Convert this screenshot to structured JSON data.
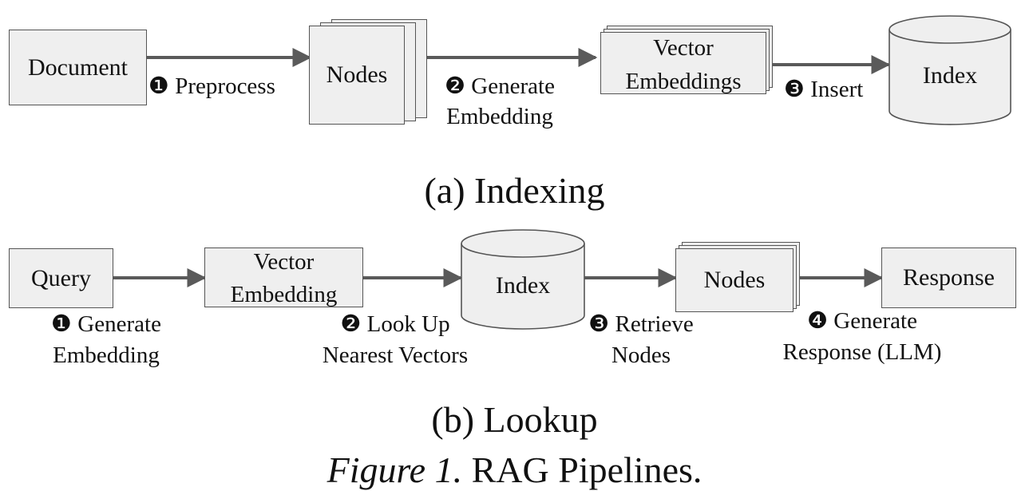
{
  "indexing": {
    "document": "Document",
    "nodes": "Nodes",
    "vector_embeddings_line1": "Vector",
    "vector_embeddings_line2": "Embeddings",
    "index": "Index",
    "step1_num": "❶",
    "step1_text": "Preprocess",
    "step2_num": "❷",
    "step2_line1": "Generate",
    "step2_line2": "Embedding",
    "step3_num": "❸",
    "step3_text": "Insert",
    "caption": "(a) Indexing"
  },
  "lookup": {
    "query": "Query",
    "vector_embedding_line1": "Vector",
    "vector_embedding_line2": "Embedding",
    "index": "Index",
    "nodes": "Nodes",
    "response": "Response",
    "step1_num": "❶",
    "step1_line1": "Generate",
    "step1_line2": "Embedding",
    "step2_num": "❷",
    "step2_line1": "Look Up",
    "step2_line2": "Nearest Vectors",
    "step3_num": "❸",
    "step3_line1": "Retrieve",
    "step3_line2": "Nodes",
    "step4_num": "❹",
    "step4_line1": "Generate",
    "step4_line2": "Response (LLM)",
    "caption": "(b) Lookup"
  },
  "figure_caption": {
    "label": "Figure 1.",
    "text": "RAG Pipelines."
  },
  "colors": {
    "box_fill": "#efefef",
    "box_stroke": "#555555",
    "arrow": "#5a5a5a"
  }
}
